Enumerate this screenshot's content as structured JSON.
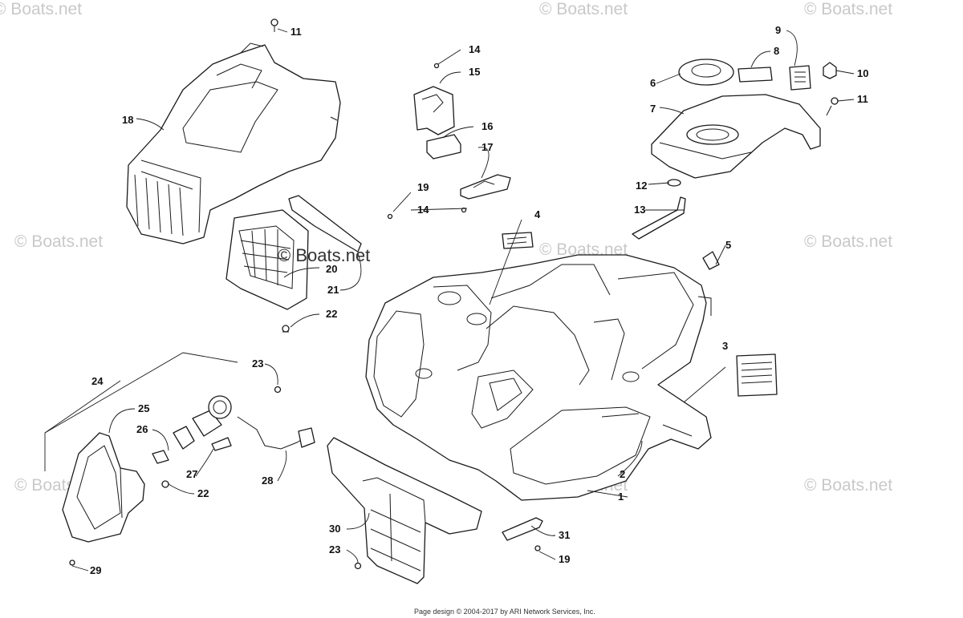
{
  "watermark": "© Boats.net",
  "watermark_center": "© Boats.net",
  "footer": "Page design © 2004-2017 by ARI Network Services, Inc.",
  "callouts": {
    "c1": "1",
    "c2": "2",
    "c3": "3",
    "c4": "4",
    "c5": "5",
    "c6": "6",
    "c7": "7",
    "c8": "8",
    "c9": "9",
    "c10": "10",
    "c11a": "11",
    "c11b": "11",
    "c12": "12",
    "c13": "13",
    "c14a": "14",
    "c14b": "14",
    "c15": "15",
    "c16": "16",
    "c17": "17",
    "c18": "18",
    "c19a": "19",
    "c19b": "19",
    "c20": "20",
    "c21": "21",
    "c22a": "22",
    "c22b": "22",
    "c23a": "23",
    "c23b": "23",
    "c24": "24",
    "c25": "25",
    "c26": "26",
    "c27": "27",
    "c28": "28",
    "c29": "29",
    "c30": "30",
    "c31": "31"
  }
}
